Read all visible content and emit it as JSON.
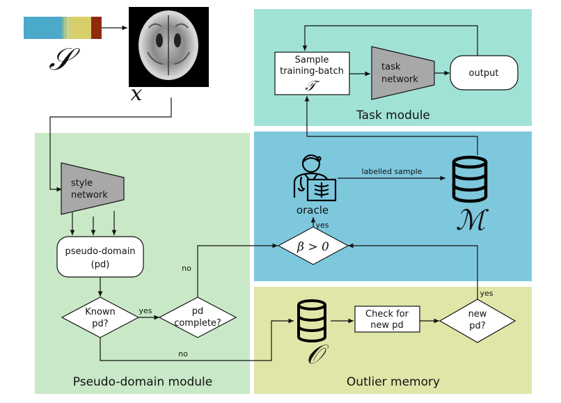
{
  "modules": {
    "task": "Task module",
    "pseudo_domain": "Pseudo-domain module",
    "outlier": "Outlier memory"
  },
  "symbols": {
    "S": "𝒮",
    "x": "x",
    "T": "𝒯",
    "M": "ℳ",
    "O": "𝒪",
    "beta": "β > 0"
  },
  "nodes": {
    "sample_line1": "Sample",
    "sample_line2": "training-batch",
    "task_network_line1": "task",
    "task_network_line2": "network",
    "output": "output",
    "style_network_line1": "style",
    "style_network_line2": "network",
    "pseudo_domain_line1": "pseudo-domain",
    "pseudo_domain_line2": "(pd)",
    "known_pd_line1": "Known",
    "known_pd_line2": "pd?",
    "pd_complete_line1": "pd",
    "pd_complete_line2": "complete?",
    "oracle": "oracle",
    "check_line1": "Check for",
    "check_line2": "new pd",
    "new_pd_line1": "new",
    "new_pd_line2": "pd?"
  },
  "edge_labels": {
    "labelled_sample": "labelled sample",
    "yes_oracle": "yes",
    "yes_known": "yes",
    "no_complete": "no",
    "no_known": "no",
    "yes_new": "yes"
  },
  "colors": {
    "task_bg": "#a1e2d7",
    "oracle_bg": "#7ec8dd",
    "pseudo_bg": "#c9e8c7",
    "outlier_bg": "#e0e6a8",
    "network_fill": "#a8a8a8"
  },
  "icons": {
    "brain": "brain-mri-icon",
    "spectrum": "style-spectrum-icon",
    "doctor": "doctor-xray-icon",
    "database": "database-icon"
  }
}
